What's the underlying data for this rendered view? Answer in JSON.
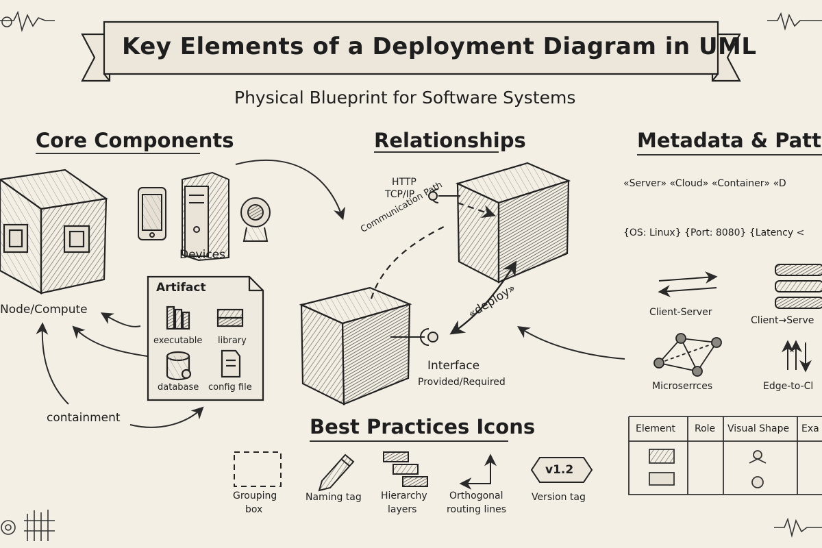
{
  "title": "Key Elements of a Deployment Diagram in UML",
  "subtitle": "Physical Blueprint for Software Systems",
  "core": {
    "heading": "Core Components",
    "node_label": "Node/Compute",
    "devices_label": "Devices",
    "artifact": {
      "title": "Artifact",
      "items": [
        "executable",
        "library",
        "database",
        "config file"
      ]
    },
    "containment_label": "containment"
  },
  "relationships": {
    "heading": "Relationships",
    "http": "HTTP",
    "tcp": "TCP/IP",
    "comm_path": "Communication Path",
    "deploy": "«deploy»",
    "interface": "Interface",
    "interface_sub": "Provided/Required"
  },
  "metadata": {
    "heading": "Metadata & Patterns",
    "stereotypes": "«Server»  «Cloud»  «Container»  «D",
    "tags": "{OS: Linux}  {Port: 8080}  {Latency <",
    "patterns": [
      "Client-Server",
      "Client→Serve",
      "Microserrces",
      "Edge-to-Cl"
    ],
    "table_headers": [
      "Element",
      "Role",
      "Visual Shape",
      "Exa"
    ]
  },
  "best_practices": {
    "heading": "Best Practices Icons",
    "items": [
      {
        "line1": "Grouping",
        "line2": "box"
      },
      {
        "line1": "Naming tag",
        "line2": ""
      },
      {
        "line1": "Hierarchy",
        "line2": "layers"
      },
      {
        "line1": "Orthogonal",
        "line2": "routing lines"
      },
      {
        "line1": "Version tag",
        "line2": ""
      }
    ],
    "version_badge": "v1.2"
  },
  "colors": {
    "background": "#f3efe4",
    "ink": "#222222",
    "shade": "#8a8780"
  }
}
